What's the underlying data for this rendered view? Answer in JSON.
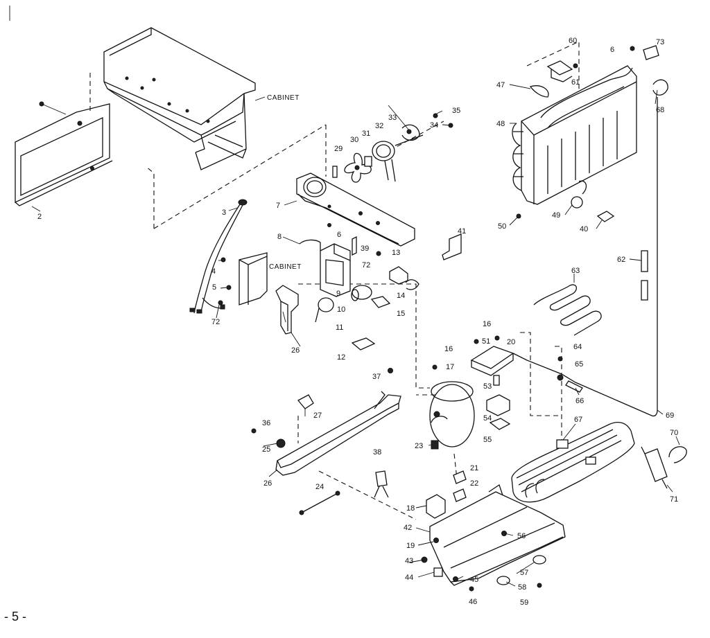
{
  "page_number": "- 5 -",
  "labels": {
    "cabinet_top": "CABINET",
    "cabinet_mid": "CABINET",
    "p2": "2",
    "p3": "3",
    "p4": "4",
    "p5": "5",
    "p6": "6",
    "p7": "7",
    "p8": "8",
    "p9": "9",
    "p10": "10",
    "p11": "11",
    "p12": "12",
    "p13": "13",
    "p14": "14",
    "p15": "15",
    "p16a": "16",
    "p16b": "16",
    "p17": "17",
    "p18": "18",
    "p19": "19",
    "p20": "20",
    "p21": "21",
    "p22": "22",
    "p23": "23",
    "p24": "24",
    "p25": "25",
    "p26a": "26",
    "p26b": "26",
    "p27": "27",
    "p29": "29",
    "p30": "30",
    "p31": "31",
    "p32": "32",
    "p33": "33",
    "p34": "34",
    "p35": "35",
    "p36": "36",
    "p37": "37",
    "p38": "38",
    "p39": "39",
    "p40": "40",
    "p41": "41",
    "p42": "42",
    "p43": "43",
    "p44": "44",
    "p45": "45",
    "p46": "46",
    "p47": "47",
    "p48": "48",
    "p49": "49",
    "p50": "50",
    "p51": "51",
    "p53": "53",
    "p54": "54",
    "p55": "55",
    "p56": "56",
    "p57": "57",
    "p58": "58",
    "p59": "59",
    "p60": "60",
    "p61": "61",
    "p62": "62",
    "p63": "63",
    "p64": "64",
    "p65": "65",
    "p66": "66",
    "p67": "67",
    "p68": "68",
    "p69": "69",
    "p70": "70",
    "p71": "71",
    "p72a": "72",
    "p72b": "72",
    "p73": "73",
    "p6b": "6"
  }
}
